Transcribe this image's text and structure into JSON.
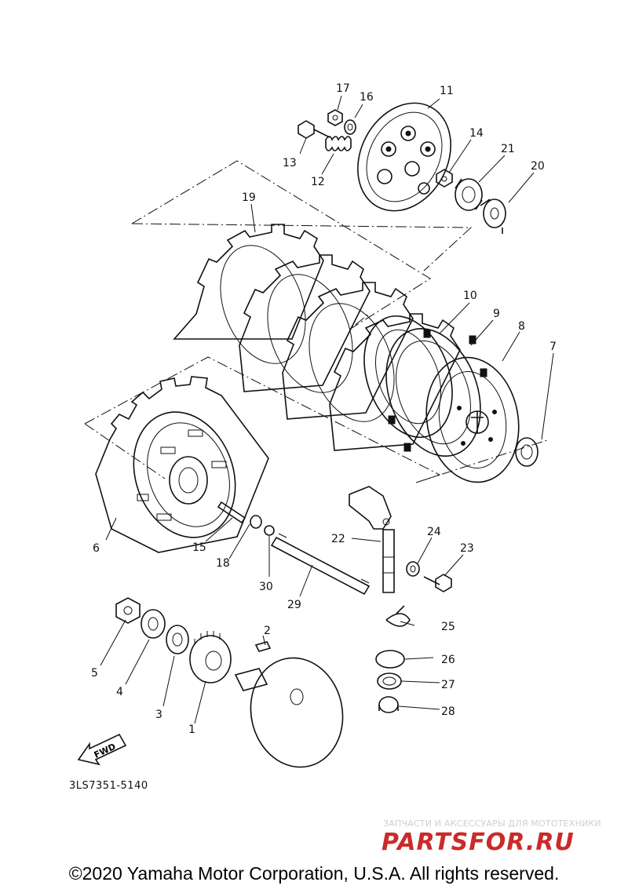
{
  "labels": {
    "p1": "1",
    "p2": "2",
    "p3": "3",
    "p4": "4",
    "p5": "5",
    "p6": "6",
    "p7": "7",
    "p8": "8",
    "p9": "9",
    "p10": "10",
    "p11": "11",
    "p12": "12",
    "p13": "13",
    "p14": "14",
    "p15": "15",
    "p16": "16",
    "p17": "17",
    "p18": "18",
    "p19": "19",
    "p20": "20",
    "p21": "21",
    "p22": "22",
    "p23": "23",
    "p24": "24",
    "p25": "25",
    "p26": "26",
    "p27": "27",
    "p28": "28",
    "p29": "29",
    "p30": "30"
  },
  "fwd_label": "FWD",
  "diagram_code": "3LS7351-5140",
  "watermark": {
    "tagline": "ЗАПЧАСТИ И АКСЕССУАРЫ ДЛЯ МОТОТЕХНИКИ",
    "logo": "PARTSFOR.RU"
  },
  "copyright": "©2020 Yamaha Motor Corporation, U.S.A. All rights reserved.",
  "colors": {
    "line": "#111111",
    "watermark": "#cc2a2a",
    "watermark_text": "#cfcfcf"
  }
}
